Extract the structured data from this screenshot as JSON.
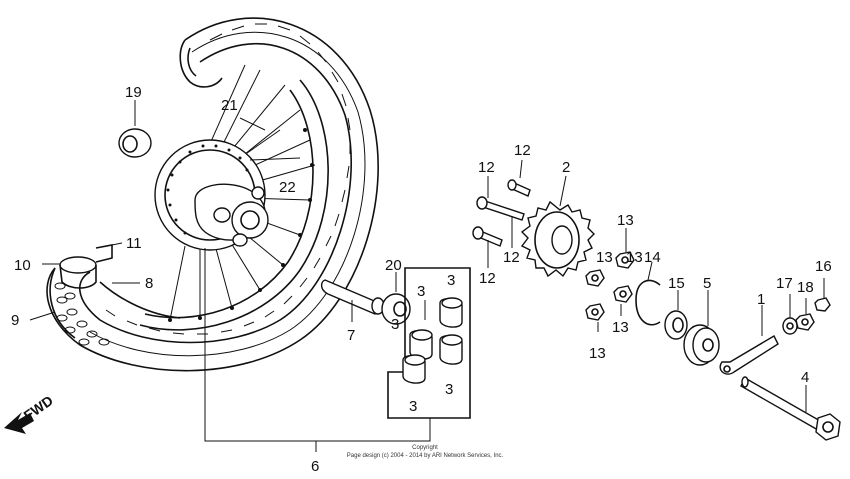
{
  "diagram": {
    "callouts": {
      "c1": "1",
      "c2": "2",
      "c3a": "3",
      "c3b": "3",
      "c3c": "3",
      "c3d": "3",
      "c3e": "3",
      "c4": "4",
      "c5": "5",
      "c6": "6",
      "c7": "7",
      "c8": "8",
      "c9": "9",
      "c10": "10",
      "c11": "11",
      "c12a": "12",
      "c12b": "12",
      "c12c": "12",
      "c12d": "12",
      "c13a": "13",
      "c13b": "13",
      "c13c": "13",
      "c13d": "13",
      "c13e": "13",
      "c14": "14",
      "c15": "15",
      "c16": "16",
      "c17": "17",
      "c18": "18",
      "c19": "19",
      "c20": "20",
      "c21": "21",
      "c22": "22"
    },
    "direction_label": "FWD",
    "copyright_line1": "Copyright",
    "copyright_line2": "Page design (c) 2004 - 2014 by ARI Network Services, Inc."
  }
}
